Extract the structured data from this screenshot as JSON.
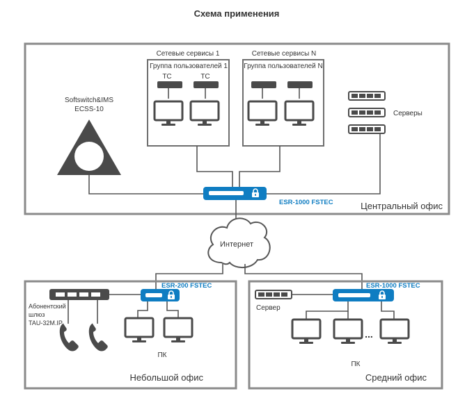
{
  "title": "Схема применения",
  "central": {
    "office_label": "Центральный офис",
    "softswitch_line1": "Softswitch&IMS",
    "softswitch_line2": "ECSS-10",
    "services_1": "Сетевые сервисы 1",
    "services_n": "Сетевые сервисы N",
    "group_1": "Группа пользователей 1",
    "group_n": "Группа пользователей N",
    "tc_label": "ТС",
    "servers_label": "Серверы",
    "router_label": "ESR-1000 FSTEC"
  },
  "internet_label": "Интернет",
  "small": {
    "office_label": "Небольшой офис",
    "router_label": "ESR-200 FSTEC",
    "gateway_line1": "Абонентский",
    "gateway_line2": "шлюз",
    "gateway_line3": "TAU-32M.IP",
    "pc_label": "ПК"
  },
  "medium": {
    "office_label": "Средний офис",
    "router_label": "ESR-1000 FSTEC",
    "server_label": "Сервер",
    "pc_label": "ПК",
    "ellipsis": "..."
  },
  "colors": {
    "router_blue": "#0f7dc2",
    "box_gray": "#8a8a8a",
    "device_dark": "#4a4a4a"
  }
}
